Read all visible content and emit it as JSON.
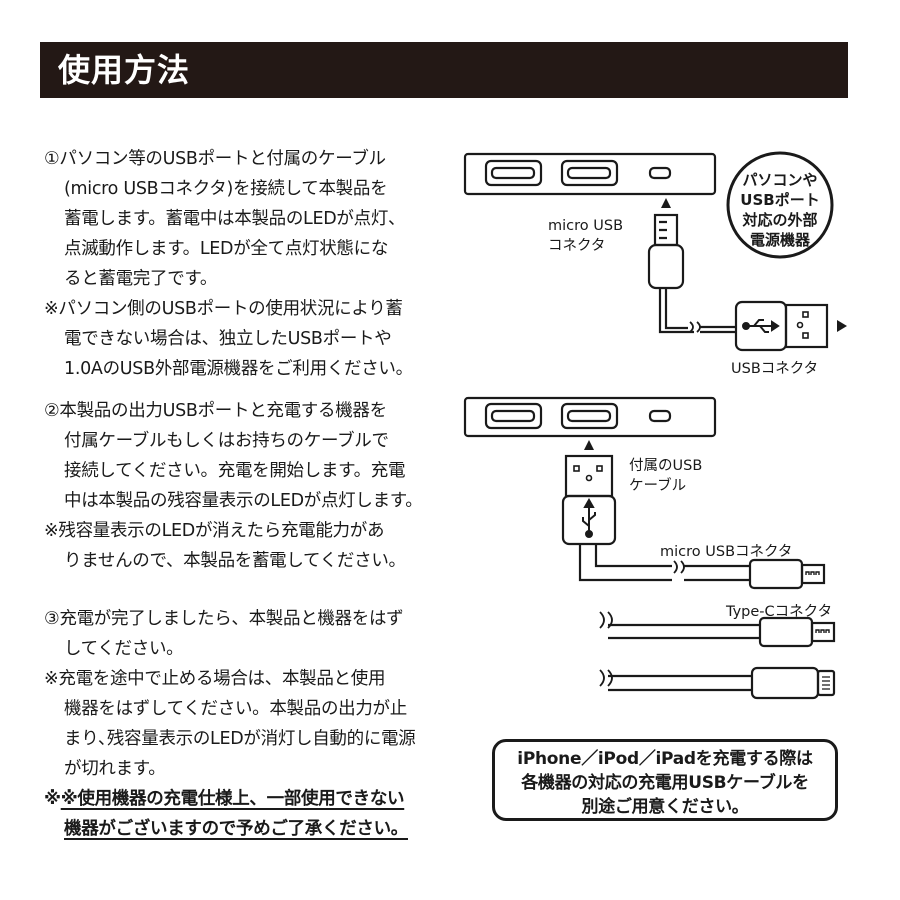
{
  "header": {
    "title": "使用方法"
  },
  "step1": {
    "lines": [
      "①パソコン等のUSBポートと付属のケーブル",
      "(micro USBコネクタ)を接続して本製品を",
      "蓄電します。蓄電中は本製品のLEDが点灯、",
      "点滅動作します。LEDが全て点灯状態にな",
      "ると蓄電完了です。"
    ],
    "note_lines": [
      "※パソコン側のUSBポートの使用状況により蓄",
      "電できない場合は、独立したUSBポートや",
      "1.0AのUSB外部電源機器をご利用ください。"
    ]
  },
  "step2": {
    "lines": [
      "②本製品の出力USBポートと充電する機器を",
      "付属ケーブルもしくはお持ちのケーブルで",
      "接続してください。充電を開始します。充電",
      "中は本製品の残容量表示のLEDが点灯します。"
    ],
    "note_lines": [
      "※残容量表示のLEDが消えたら充電能力があ",
      "りませんので、本製品を蓄電してください。"
    ]
  },
  "step3": {
    "lines": [
      "③充電が完了しましたら、本製品と機器をはず",
      "してください。"
    ],
    "note_lines": [
      "※充電を途中で止める場合は、本製品と使用",
      "機器をはずしてください。本製品の出力が止",
      "まり､残容量表示のLEDが消灯し自動的に電源",
      "が切れます。"
    ],
    "warning_lines": [
      "※使用機器の充電仕様上、一部使用できない",
      "機器がございますので予めご了承ください。"
    ]
  },
  "diagram1": {
    "micro_label_1": "micro USB",
    "micro_label_2": "コネクタ",
    "usb_label": "USBコネクタ",
    "badge_lines": [
      "パソコンや",
      "USBポート",
      "対応の外部",
      "電源機器"
    ]
  },
  "diagram2": {
    "cable_label_1": "付属のUSB",
    "cable_label_2": "ケーブル",
    "micro_label": "micro USBコネクタ",
    "typec_label": "Type-Cコネクタ"
  },
  "callout": {
    "lines": [
      "iPhone／iPod／iPadを充電する際は",
      "各機器の対応の充電用USBケーブルを",
      "別途ご用意ください。"
    ]
  }
}
